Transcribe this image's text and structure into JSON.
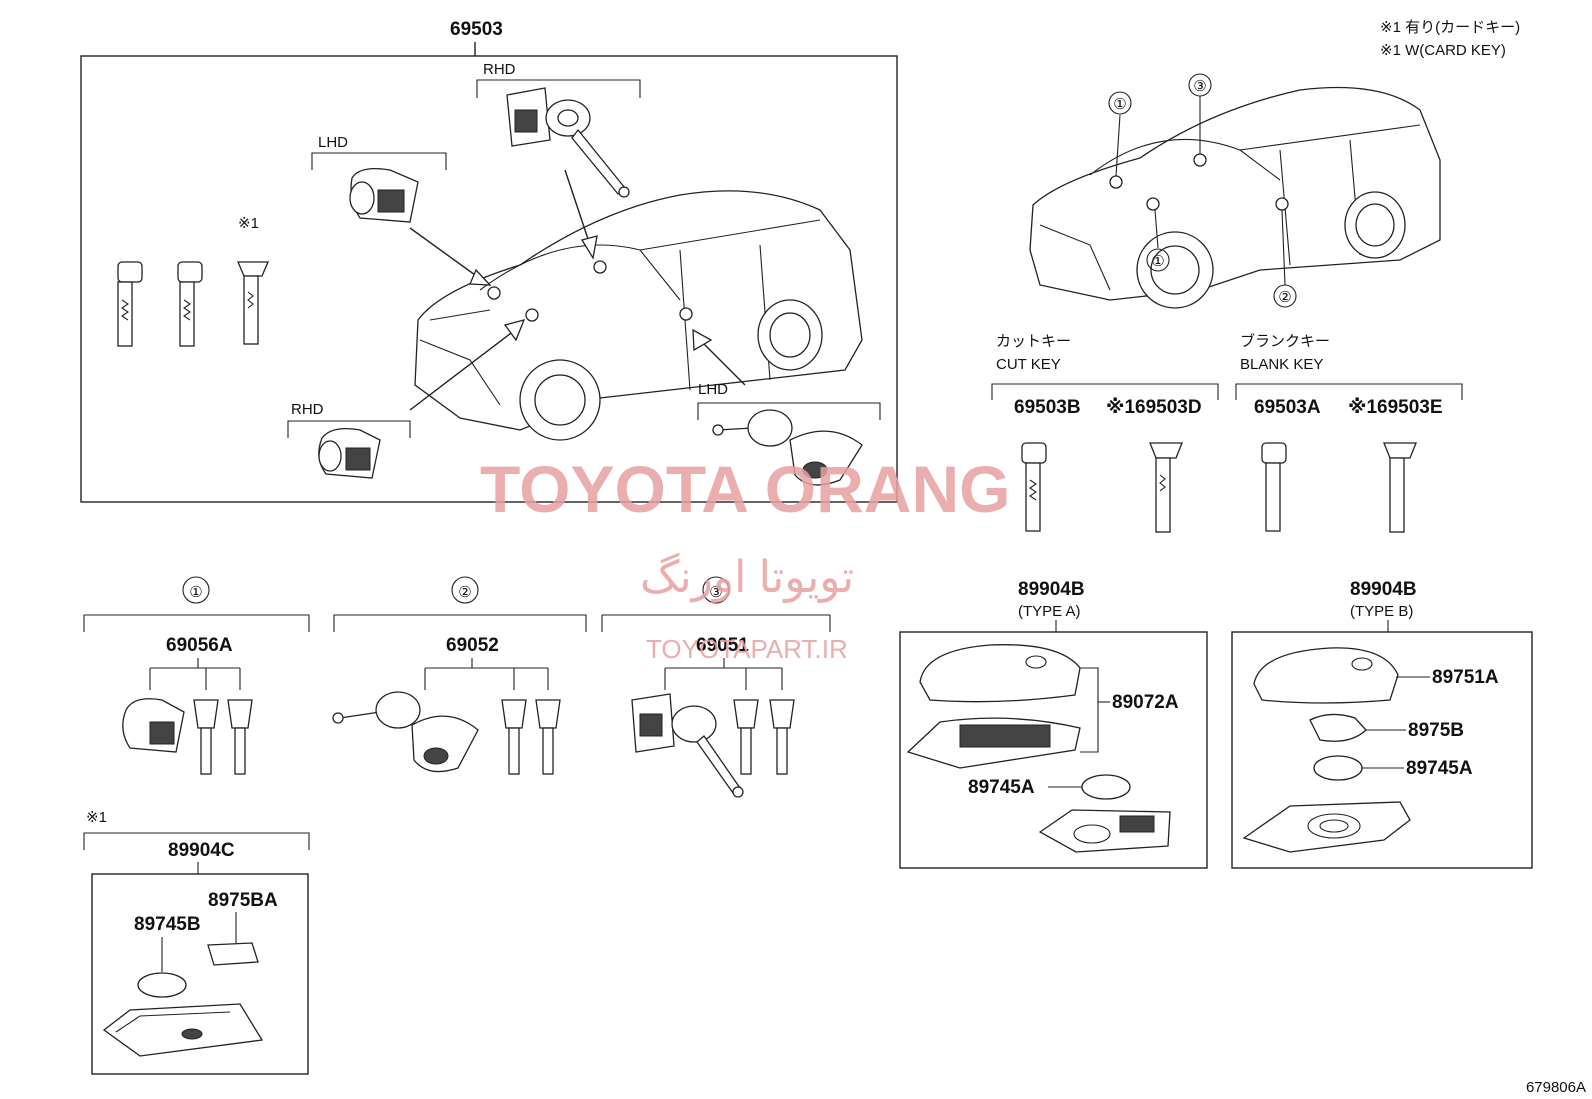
{
  "footnote": {
    "line1": "※1 有り(カードキー)",
    "line2": "※1 W(CARD KEY)"
  },
  "diagram_id": "679806A",
  "main_box": {
    "part_number": "69503",
    "labels": {
      "rhd_top": "RHD",
      "lhd_left": "LHD",
      "rhd_bottom": "RHD",
      "lhd_right": "LHD",
      "mark_x1": "※1"
    }
  },
  "location_callouts": [
    "①",
    "③",
    "①",
    "②"
  ],
  "cut_key": {
    "title_jp": "カットキー",
    "title_en": "CUT KEY",
    "parts": [
      "69503B",
      "※169503D"
    ]
  },
  "blank_key": {
    "title_jp": "ブランクキー",
    "title_en": "BLANK KEY",
    "parts": [
      "69503A",
      "※169503E"
    ]
  },
  "groups": [
    {
      "circle": "①",
      "part_number": "69056A"
    },
    {
      "circle": "②",
      "part_number": "69052"
    },
    {
      "circle": "③",
      "part_number": "69051"
    }
  ],
  "card_key": {
    "mark": "※1",
    "part_number": "89904C",
    "parts": [
      "8975BA",
      "89745B"
    ]
  },
  "type_a": {
    "part_number": "89904B",
    "type_label": "(TYPE A)",
    "parts": [
      "89072A",
      "89745A"
    ]
  },
  "type_b": {
    "part_number": "89904B",
    "type_label": "(TYPE B)",
    "parts": [
      "89751A",
      "8975B",
      "89745A"
    ]
  },
  "watermark": {
    "line1": "TOYOTA ORANG",
    "line2": "تویوتا اورنگ",
    "line3": "TOYOTAPART.IR",
    "color": "#e8a0a0"
  }
}
